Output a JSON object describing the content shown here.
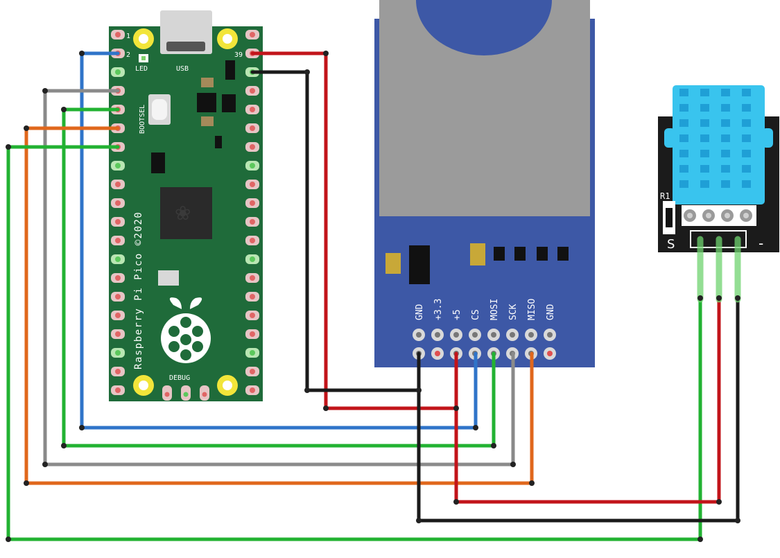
{
  "pico": {
    "board_text": "Raspberry Pi Pico ©2020",
    "pin_1": "1",
    "pin_2": "2",
    "pin_39": "39",
    "led_label": "LED",
    "usb_label": "USB",
    "bootsel_label": "BOOTSEL",
    "debug_label": "DEBUG"
  },
  "sd_module": {
    "pin_labels": [
      "GND",
      "+3.3",
      "+5",
      "CS",
      "MOSI",
      "SCK",
      "MISO",
      "GND"
    ]
  },
  "dht_module": {
    "r1_label": "R1",
    "s_label": "S",
    "minus_label": "-"
  },
  "colors": {
    "pico_green": "#1f6b3a",
    "sd_blue": "#3d58a6",
    "dht_cyan": "#39c4ee",
    "wire_red": "#c2141a",
    "wire_black": "#1a1a1a",
    "wire_blue": "#2f74c9",
    "wire_green": "#22b232",
    "wire_gray": "#8a8a8a",
    "wire_orange": "#e0671c"
  },
  "wires": [
    {
      "name": "wire-pico-5v-to-sd-5v",
      "color": "red"
    },
    {
      "name": "wire-pico-gnd-to-sd-gnd",
      "color": "black"
    },
    {
      "name": "wire-pico-gp1-to-sd-cs",
      "color": "blue"
    },
    {
      "name": "wire-pico-to-sd-mosi",
      "color": "green"
    },
    {
      "name": "wire-pico-to-sd-sck",
      "color": "gray"
    },
    {
      "name": "wire-pico-to-sd-miso",
      "color": "orange"
    },
    {
      "name": "wire-pico-to-dht-signal",
      "color": "green"
    },
    {
      "name": "wire-sd-5v-to-dht-vcc",
      "color": "red"
    },
    {
      "name": "wire-sd-gnd-to-dht-gnd",
      "color": "black"
    }
  ]
}
